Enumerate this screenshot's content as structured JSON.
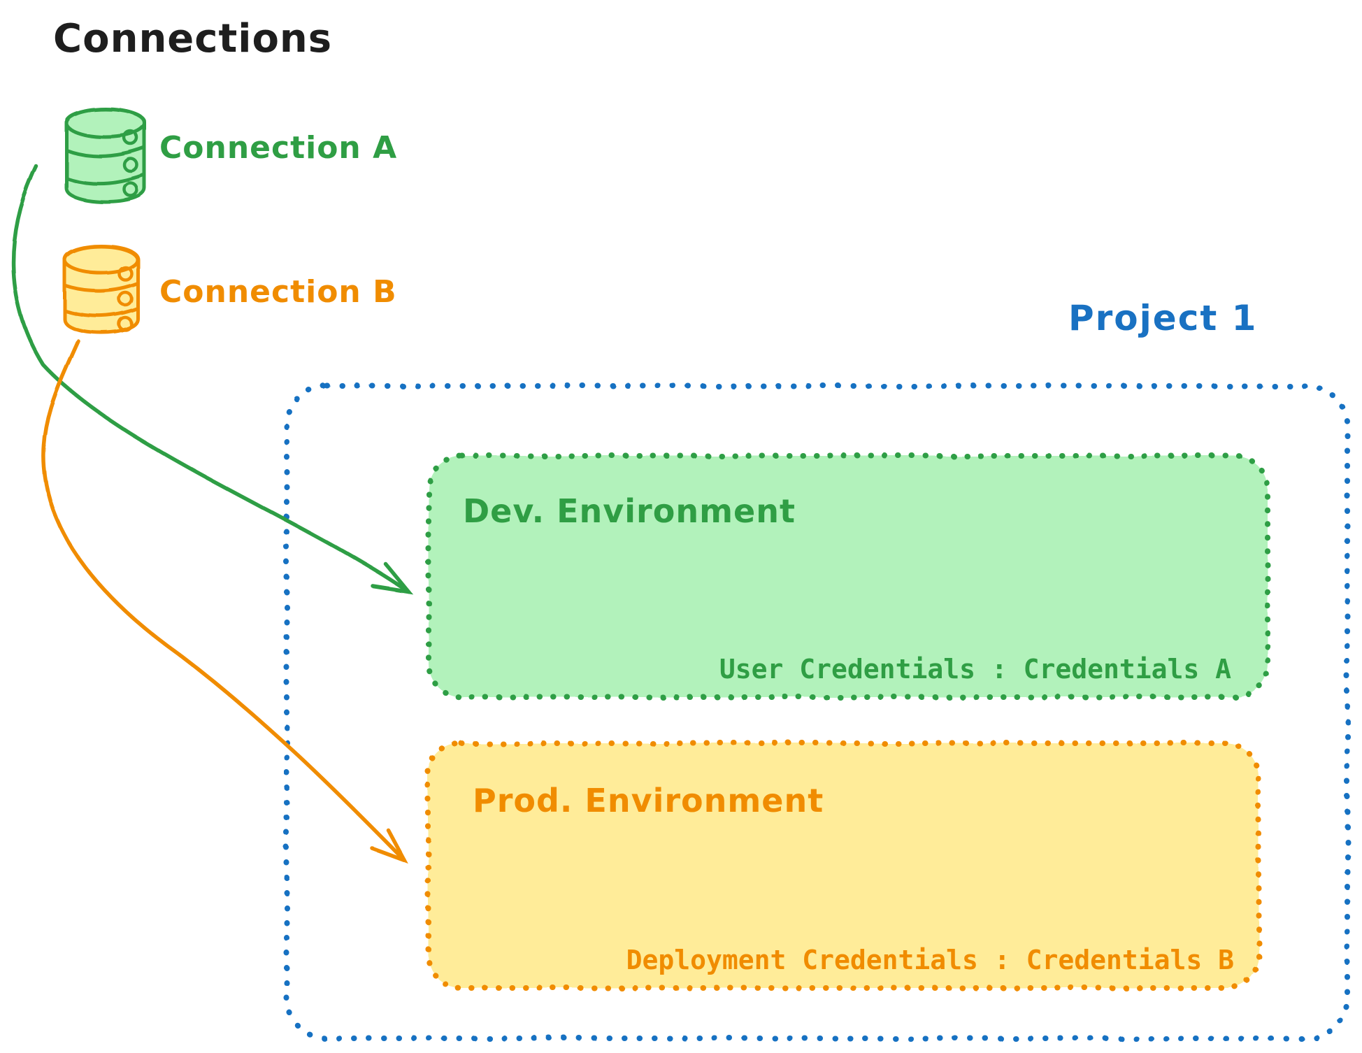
{
  "title": "Connections",
  "colors": {
    "ink": "#1e1e1e",
    "green_stroke": "#2f9e44",
    "green_fill": "#b2f2bb",
    "orange_stroke": "#f08c00",
    "orange_fill": "#ffec99",
    "blue_stroke": "#1971c2"
  },
  "connections": [
    {
      "label": "Connection A",
      "icon": "database-cylinder-icon",
      "color": "#2f9e44"
    },
    {
      "label": "Connection B",
      "icon": "database-cylinder-icon",
      "color": "#f08c00"
    }
  ],
  "project": {
    "label": "Project 1",
    "environments": [
      {
        "name": "Dev. Environment",
        "credentials": "User Credentials : Credentials A",
        "color": "#2f9e44"
      },
      {
        "name": "Prod. Environment",
        "credentials": "Deployment Credentials : Credentials B",
        "color": "#f08c00"
      }
    ]
  },
  "arrows": [
    {
      "from": "Connection A",
      "to": "Dev. Environment",
      "color": "#2f9e44"
    },
    {
      "from": "Connection B",
      "to": "Prod. Environment",
      "color": "#f08c00"
    }
  ]
}
